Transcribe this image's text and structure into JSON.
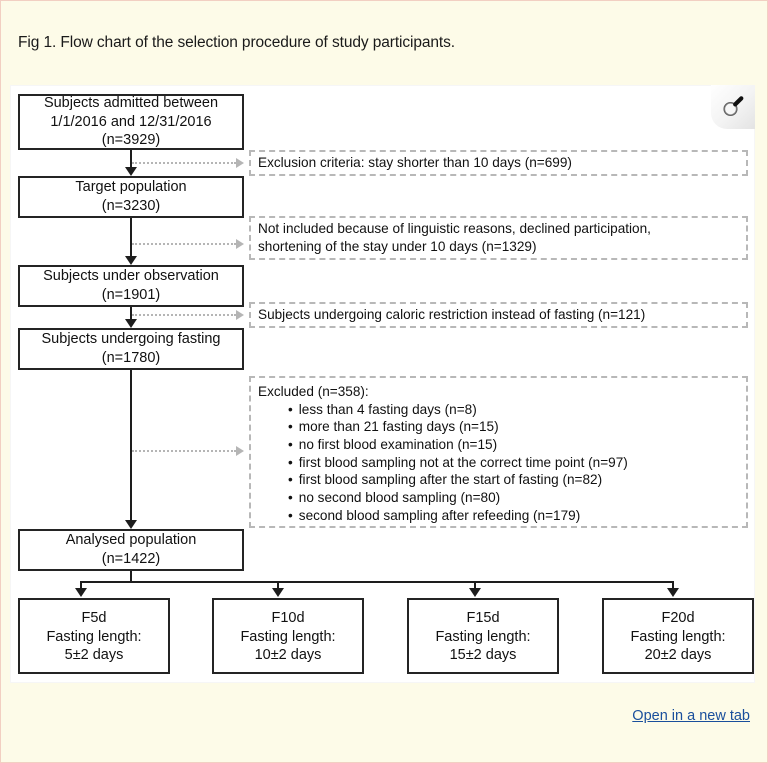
{
  "figure": {
    "caption": "Fig 1. Flow chart of the selection procedure of study participants.",
    "magnifier_icon": "magnifier-icon"
  },
  "flow": {
    "nodes": [
      {
        "id": "admitted",
        "lines": [
          "Subjects admitted between",
          "1/1/2016 and 12/31/2016",
          "(n=3929)"
        ]
      },
      {
        "id": "target-population",
        "lines": [
          "Target population",
          "(n=3230)"
        ]
      },
      {
        "id": "under-observation",
        "lines": [
          "Subjects under observation",
          "(n=1901)"
        ]
      },
      {
        "id": "undergoing-fasting",
        "lines": [
          "Subjects undergoing fasting",
          "(n=1780)"
        ]
      },
      {
        "id": "analysed-population",
        "lines": [
          "Analysed population",
          "(n=1422)"
        ]
      }
    ],
    "exclusions": [
      {
        "id": "exclusion-criteria",
        "lines": [
          "Exclusion criteria: stay shorter than 10 days (n=699)"
        ],
        "bullets": []
      },
      {
        "id": "not-included",
        "lines": [
          "Not included because of linguistic reasons, declined participation,",
          "shortening of the stay under 10 days (n=1329)"
        ],
        "bullets": []
      },
      {
        "id": "caloric-restriction",
        "lines": [
          "Subjects undergoing caloric restriction instead of fasting (n=121)"
        ],
        "bullets": []
      },
      {
        "id": "excluded-detail",
        "lines": [
          "Excluded (n=358):"
        ],
        "bullets": [
          "less than 4 fasting days (n=8)",
          "more than 21 fasting days (n=15)",
          "no first blood examination (n=15)",
          "first blood sampling not at the correct time point (n=97)",
          "first blood sampling after the start of fasting (n=82)",
          "no second blood sampling (n=80)",
          "second blood sampling after refeeding (n=179)"
        ]
      }
    ],
    "groups": [
      {
        "id": "f5d",
        "lines": [
          "F5d",
          "Fasting length:",
          "5±2 days"
        ]
      },
      {
        "id": "f10d",
        "lines": [
          "F10d",
          "Fasting length:",
          "10±2 days"
        ]
      },
      {
        "id": "f15d",
        "lines": [
          "F15d",
          "Fasting length:",
          "15±2 days"
        ]
      },
      {
        "id": "f20d",
        "lines": [
          "F20d",
          "Fasting length:",
          "20±2 days"
        ]
      }
    ]
  },
  "footer": {
    "open_new_tab": "Open in a new tab"
  },
  "colors": {
    "page_background": "#fdfbe8",
    "page_border": "#f2cfc2",
    "canvas_background": "#ffffff",
    "node_border": "#242424",
    "exclusion_border": "#b8b8b8",
    "connector": "#1d1d1d",
    "dotted_connector": "#b5b5b5",
    "link": "#1a4f9c",
    "text": "#111111"
  },
  "chart_data": {
    "type": "diagram",
    "title": "Fig 1. Flow chart of the selection procedure of study participants.",
    "flow_counts": [
      {
        "label": "Subjects admitted between 1/1/2016 and 12/31/2016",
        "n": 3929
      },
      {
        "label": "Target population",
        "n": 3230
      },
      {
        "label": "Subjects under observation",
        "n": 1901
      },
      {
        "label": "Subjects undergoing fasting",
        "n": 1780
      },
      {
        "label": "Analysed population",
        "n": 1422
      }
    ],
    "exclusion_counts": [
      {
        "label": "Exclusion criteria: stay shorter than 10 days",
        "n": 699
      },
      {
        "label": "Not included because of linguistic reasons, declined participation, shortening of the stay under 10 days",
        "n": 1329
      },
      {
        "label": "Subjects undergoing caloric restriction instead of fasting",
        "n": 121
      },
      {
        "label": "Excluded",
        "n": 358
      },
      {
        "label": "less than 4 fasting days",
        "n": 8
      },
      {
        "label": "more than 21 fasting days",
        "n": 15
      },
      {
        "label": "no first blood examination",
        "n": 15
      },
      {
        "label": "first blood sampling not at the correct time point",
        "n": 97
      },
      {
        "label": "first blood sampling after the start of fasting",
        "n": 82
      },
      {
        "label": "no second blood sampling",
        "n": 80
      },
      {
        "label": "second blood sampling after refeeding",
        "n": 179
      }
    ],
    "groups": [
      {
        "label": "F5d",
        "fasting_length_days": 5,
        "sd_days": 2
      },
      {
        "label": "F10d",
        "fasting_length_days": 10,
        "sd_days": 2
      },
      {
        "label": "F15d",
        "fasting_length_days": 15,
        "sd_days": 2
      },
      {
        "label": "F20d",
        "fasting_length_days": 20,
        "sd_days": 2
      }
    ]
  }
}
